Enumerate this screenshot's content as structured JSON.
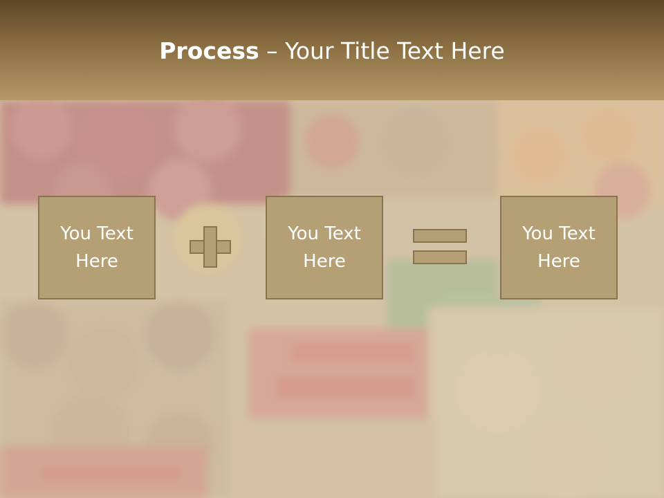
{
  "slide": {
    "title_bold": "Process",
    "title_rest": " – Your Title Text Here",
    "boxes": [
      {
        "text": "You Text\nHere"
      },
      {
        "text": "You Text\nHere"
      },
      {
        "text": "You Text\nHere"
      }
    ],
    "operators": [
      "plus-icon",
      "equals-icon"
    ],
    "colors": {
      "header_dark": "#5d4526",
      "header_light": "#b39a68",
      "box_fill": "#b59f74",
      "box_border": "#8a7450",
      "text": "#ffffff"
    }
  }
}
